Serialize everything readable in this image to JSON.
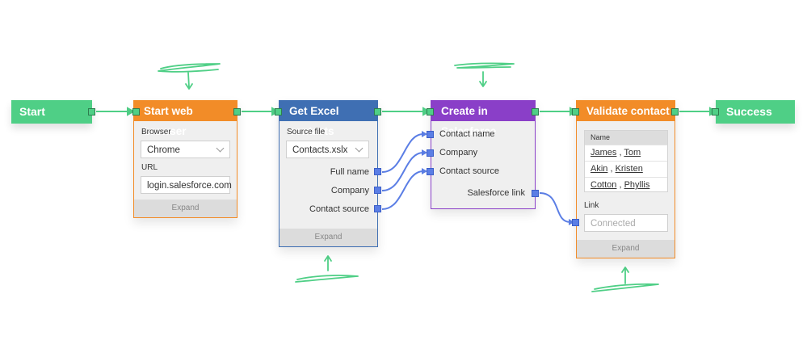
{
  "terminals": {
    "start": "Start",
    "success": "Success"
  },
  "nodes": {
    "browser": {
      "title": "Start web browser",
      "browser_label": "Browser",
      "browser_value": "Chrome",
      "url_label": "URL",
      "url_value": "login.salesforce.com",
      "expand": "Expand"
    },
    "excel": {
      "title": "Get Excel contacts",
      "source_label": "Source file",
      "source_value": "Contacts.xslx",
      "outputs": [
        "Full name",
        "Company",
        "Contact source"
      ],
      "expand": "Expand"
    },
    "salesforce": {
      "title": "Create in Salesforce",
      "inputs": [
        "Contact name",
        "Company",
        "Contact source"
      ],
      "output": "Salesforce link"
    },
    "validate": {
      "title": "Validate contact",
      "table_header": "Name",
      "rows": [
        {
          "last": "James",
          "first": "Tom"
        },
        {
          "last": "Akin",
          "first": "Kristen"
        },
        {
          "last": "Cotton",
          "first": "Phyllis"
        }
      ],
      "link_label": "Link",
      "link_placeholder": "Connected",
      "expand": "Expand"
    }
  },
  "colors": {
    "green": "#4fcf86",
    "orange": "#f28c28",
    "blue": "#3f6fb3",
    "purple": "#8a3fc8",
    "port_blue": "#5b7ee5"
  }
}
